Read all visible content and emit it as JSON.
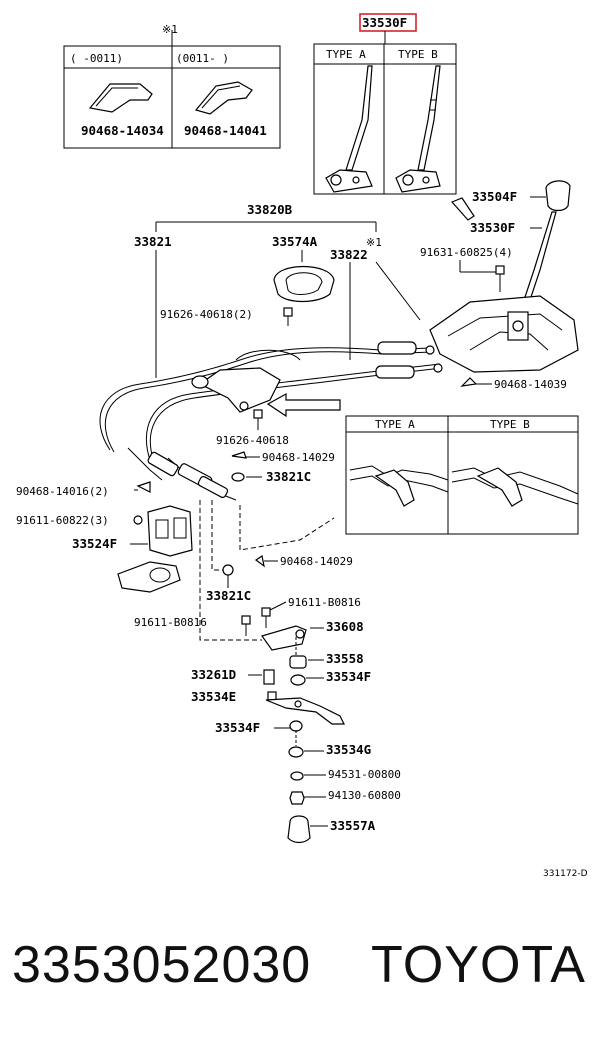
{
  "labels": {
    "p33530_top": "33530F",
    "type_a": "TYPE A",
    "type_b": "TYPE B",
    "type_a2": "TYPE A",
    "type_b2": "TYPE B",
    "note_left": "※1",
    "note_right": "※1",
    "range_left": "(     -0011)",
    "range_right": "(0011-      )",
    "p90468_14034": "90468-14034",
    "p90468_14041": "90468-14041",
    "p33504F": "33504F",
    "p33530F": "33530F",
    "p91631": "91631-60825(4)",
    "p33820B": "33820B",
    "p33821": "33821",
    "p33574A": "33574A",
    "p33822": "33822",
    "p91626_40618_2": "91626-40618(2)",
    "p90468_14039": "90468-14039",
    "p91626_40618": "91626-40618",
    "p90468_14029a": "90468-14029",
    "p33821C_a": "33821C",
    "p90468_14016": "90468-14016(2)",
    "p91611_60822": "91611-60822(3)",
    "p33524F": "33524F",
    "p90468_14029b": "90468-14029",
    "p33821C_b": "33821C",
    "p91611_B0816a": "91611-B0816",
    "p91611_B0816b": "91611-B0816",
    "p33608": "33608",
    "p33558": "33558",
    "p33261D": "33261D",
    "p33534F_a": "33534F",
    "p33534E": "33534E",
    "p33534F_b": "33534F",
    "p33534G": "33534G",
    "p94531": "94531-00800",
    "p94130": "94130-60800",
    "p33557A": "33557A",
    "diagram_code": "331172-D"
  },
  "footer": {
    "part_number": "3353052030",
    "brand": "TOYOTA"
  },
  "colors": {
    "highlight": "#d9232e"
  }
}
